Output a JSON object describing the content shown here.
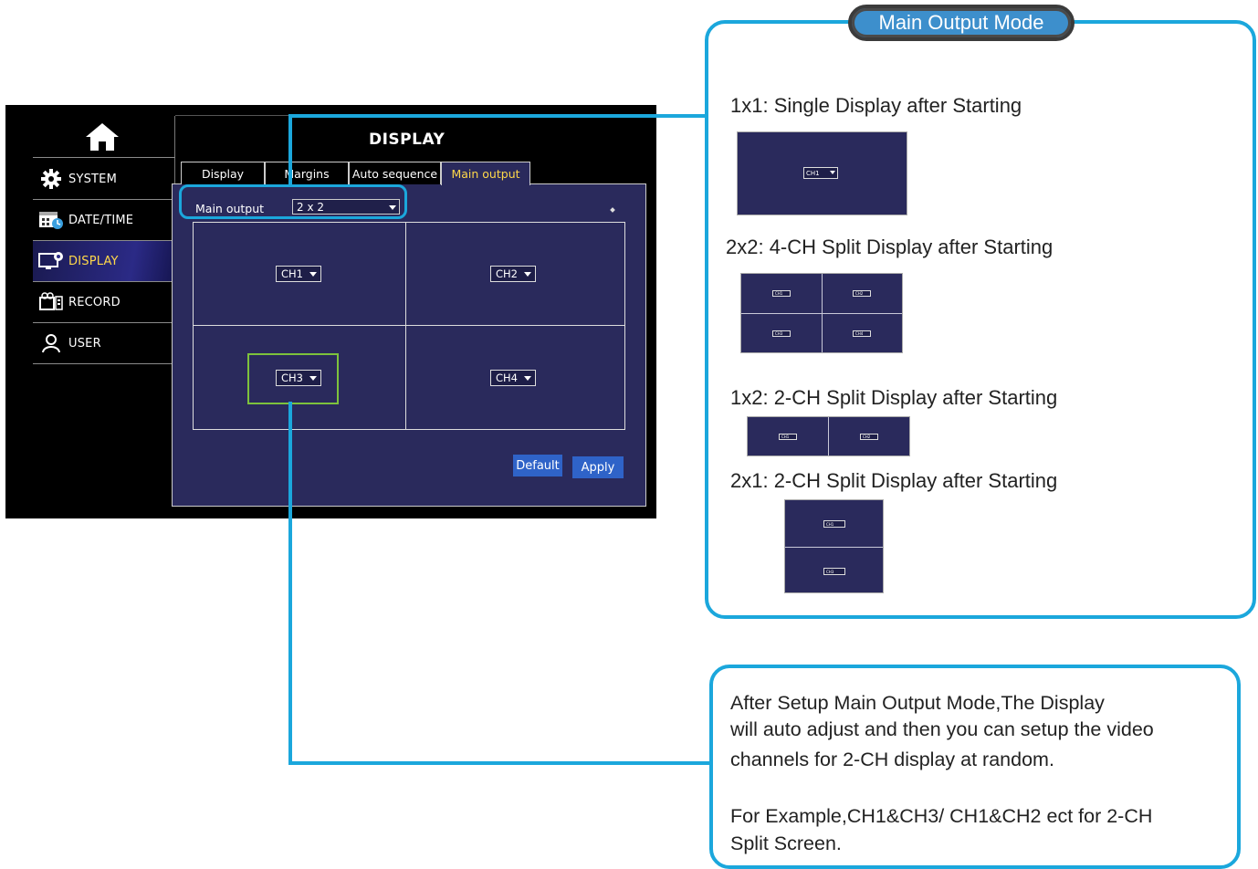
{
  "dvr": {
    "screen_title": "DISPLAY",
    "sidebar": [
      {
        "label": "SYSTEM",
        "icon": "gear-icon"
      },
      {
        "label": "DATE/TIME",
        "icon": "calendar-clock-icon"
      },
      {
        "label": "DISPLAY",
        "icon": "monitor-icon",
        "active": true
      },
      {
        "label": "RECORD",
        "icon": "record-icon"
      },
      {
        "label": "USER",
        "icon": "user-icon"
      }
    ],
    "tabs": [
      "Display",
      "Margins",
      "Auto sequence",
      "Main output"
    ],
    "active_tab": "Main output",
    "main_output_label": "Main output",
    "main_output_value": "2 x 2",
    "channels": [
      "CH1",
      "CH2",
      "CH3",
      "CH4"
    ],
    "buttons": {
      "default": "Default",
      "apply": "Apply"
    }
  },
  "mode_box": {
    "title": "Main Output Mode",
    "modes": [
      {
        "text": "1x1: Single Display after Starting",
        "channels": [
          "CH1"
        ]
      },
      {
        "text": "2x2: 4-CH Split Display after Starting",
        "channels": [
          "CH1",
          "CH2",
          "CH3",
          "CH4"
        ]
      },
      {
        "text": "1x2: 2-CH Split Display after Starting",
        "channels": [
          "CH1",
          "CH2"
        ]
      },
      {
        "text": "2x1: 2-CH Split Display after Starting",
        "channels": [
          "CH1",
          "CH3"
        ]
      }
    ]
  },
  "note": {
    "lines": [
      "After Setup Main Output Mode,The Display",
      "will auto adjust and then you can setup the video",
      "channels for 2-CH display at random.",
      "",
      "For Example,CH1&CH3/ CH1&CH2 ect for 2-CH",
      "Split Screen."
    ]
  },
  "colors": {
    "accent": "#1ba7dc",
    "panel": "#2a2a5c",
    "active_text": "#ffd84a",
    "button": "#2f63c8",
    "focus": "#7dc23c"
  }
}
